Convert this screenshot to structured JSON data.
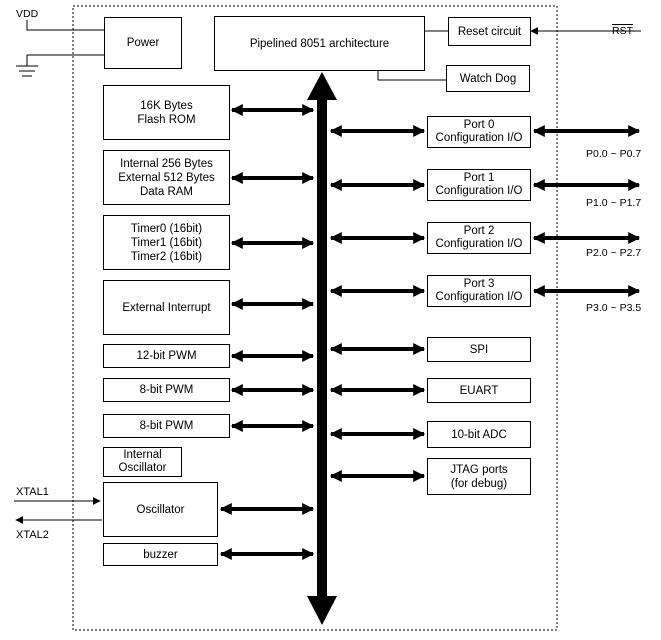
{
  "power": {
    "vdd": "VDD",
    "label": "Power"
  },
  "core": {
    "label": "Pipelined 8051 architecture",
    "reset": "Reset circuit",
    "rst": "RST",
    "watchdog": "Watch Dog"
  },
  "left": {
    "rom": [
      "16K Bytes",
      "Flash ROM"
    ],
    "ram": [
      "Internal 256 Bytes",
      "External 512 Bytes",
      "Data RAM"
    ],
    "timers": [
      "Timer0 (16bit)",
      "Timer1 (16bit)",
      "Timer2 (16bit)"
    ],
    "ext_int": "External Interrupt",
    "pwm12": "12-bit PWM",
    "pwm8a": "8-bit PWM",
    "pwm8b": "8-bit PWM",
    "int_osc": [
      "Internal",
      "Oscillator"
    ],
    "osc": "Oscillator",
    "buzzer": "buzzer"
  },
  "xtal": {
    "in": "XTAL1",
    "out": "XTAL2"
  },
  "ports": [
    {
      "lines": [
        "Port 0",
        "Configuration I/O"
      ],
      "pins": "P0.0 ~ P0.7"
    },
    {
      "lines": [
        "Port 1",
        "Configuration I/O"
      ],
      "pins": "P1.0 ~ P1.7"
    },
    {
      "lines": [
        "Port 2",
        "Configuration I/O"
      ],
      "pins": "P2.0 ~ P2.7"
    },
    {
      "lines": [
        "Port 3",
        "Configuration I/O"
      ],
      "pins": "P3.0 ~ P3.5"
    }
  ],
  "right": {
    "spi": "SPI",
    "euart": "EUART",
    "adc": "10-bit ADC",
    "jtag": [
      "JTAG ports",
      "(for debug)"
    ]
  }
}
